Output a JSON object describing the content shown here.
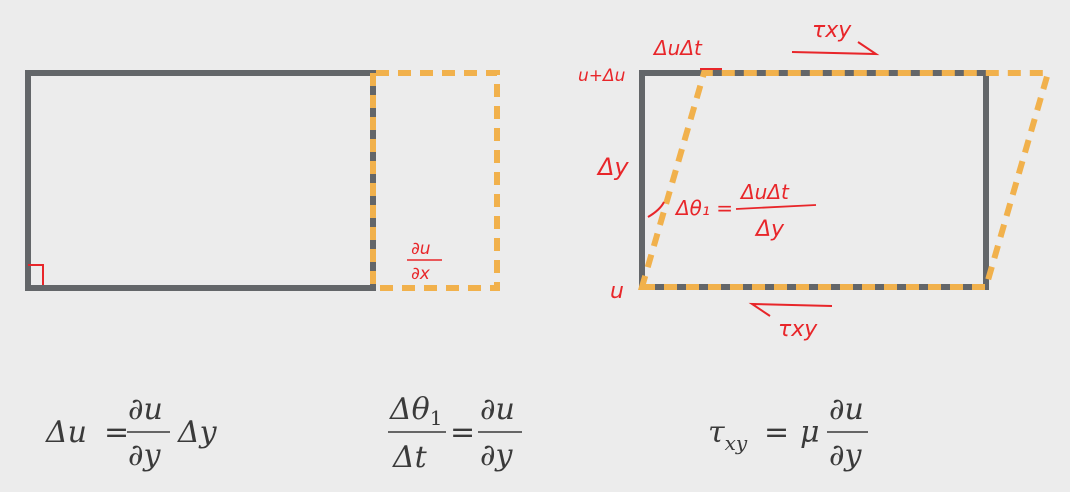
{
  "colors": {
    "background": "#ececec",
    "box": "#636669",
    "dashed": "#f1b14c",
    "annotation": "#e8262a",
    "equation": "#3a3a3a"
  },
  "panel1": {
    "corner_mark": "right-angle",
    "annotation_num": "∂u",
    "annotation_den": "∂x"
  },
  "panel2": {
    "top_label": "ΔuΔt",
    "top_left_label": "u+Δu",
    "side_label": "Δy",
    "bottom_left_label": "u",
    "top_shear_label": "τxy",
    "bottom_shear_label": "τxy",
    "angle_lhs": "Δθ₁ =",
    "angle_num": "ΔuΔt",
    "angle_den": "Δy"
  },
  "equations": {
    "eq1": {
      "lhs": "Δu",
      "eq": "=",
      "num": "∂u",
      "den": "∂y",
      "rhs": "Δy"
    },
    "eq2": {
      "num1": "Δθ",
      "sub1": "1",
      "den1": "Δt",
      "eq": "=",
      "num2": "∂u",
      "den2": "∂y"
    },
    "eq3": {
      "lhs": "τ",
      "lhs_sub": "xy",
      "eq": "=",
      "coef": "μ",
      "num": "∂u",
      "den": "∂y"
    }
  }
}
